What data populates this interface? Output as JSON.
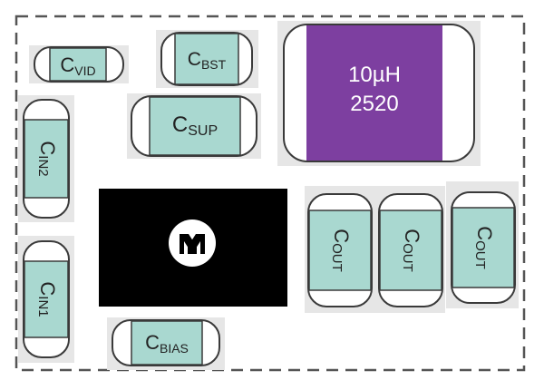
{
  "colors": {
    "pad": "#e6e6e6",
    "cap_body": "#a9d8d0",
    "cap_stroke": "#3a3a3a",
    "inductor_body": "#7d3fa0",
    "ic_body": "#000000",
    "logo_bg": "#ffffff",
    "board_outline": "#555555"
  },
  "components": {
    "cvid": {
      "main": "C",
      "sub": "VID"
    },
    "cbst": {
      "main": "C",
      "sub": "BST"
    },
    "csup": {
      "main": "C",
      "sub": "SUP"
    },
    "cin2": {
      "main": "C",
      "sub": "IN2"
    },
    "cin1": {
      "main": "C",
      "sub": "IN1"
    },
    "cbias": {
      "main": "C",
      "sub": "BIAS"
    },
    "cout1": {
      "main": "C",
      "sub": "OUT"
    },
    "cout2": {
      "main": "C",
      "sub": "OUT"
    },
    "cout3": {
      "main": "C",
      "sub": "OUT"
    }
  },
  "inductor": {
    "line1": "10µH",
    "line2": "2520"
  },
  "ic": {
    "logo_icon": "maxim-logo-icon"
  }
}
